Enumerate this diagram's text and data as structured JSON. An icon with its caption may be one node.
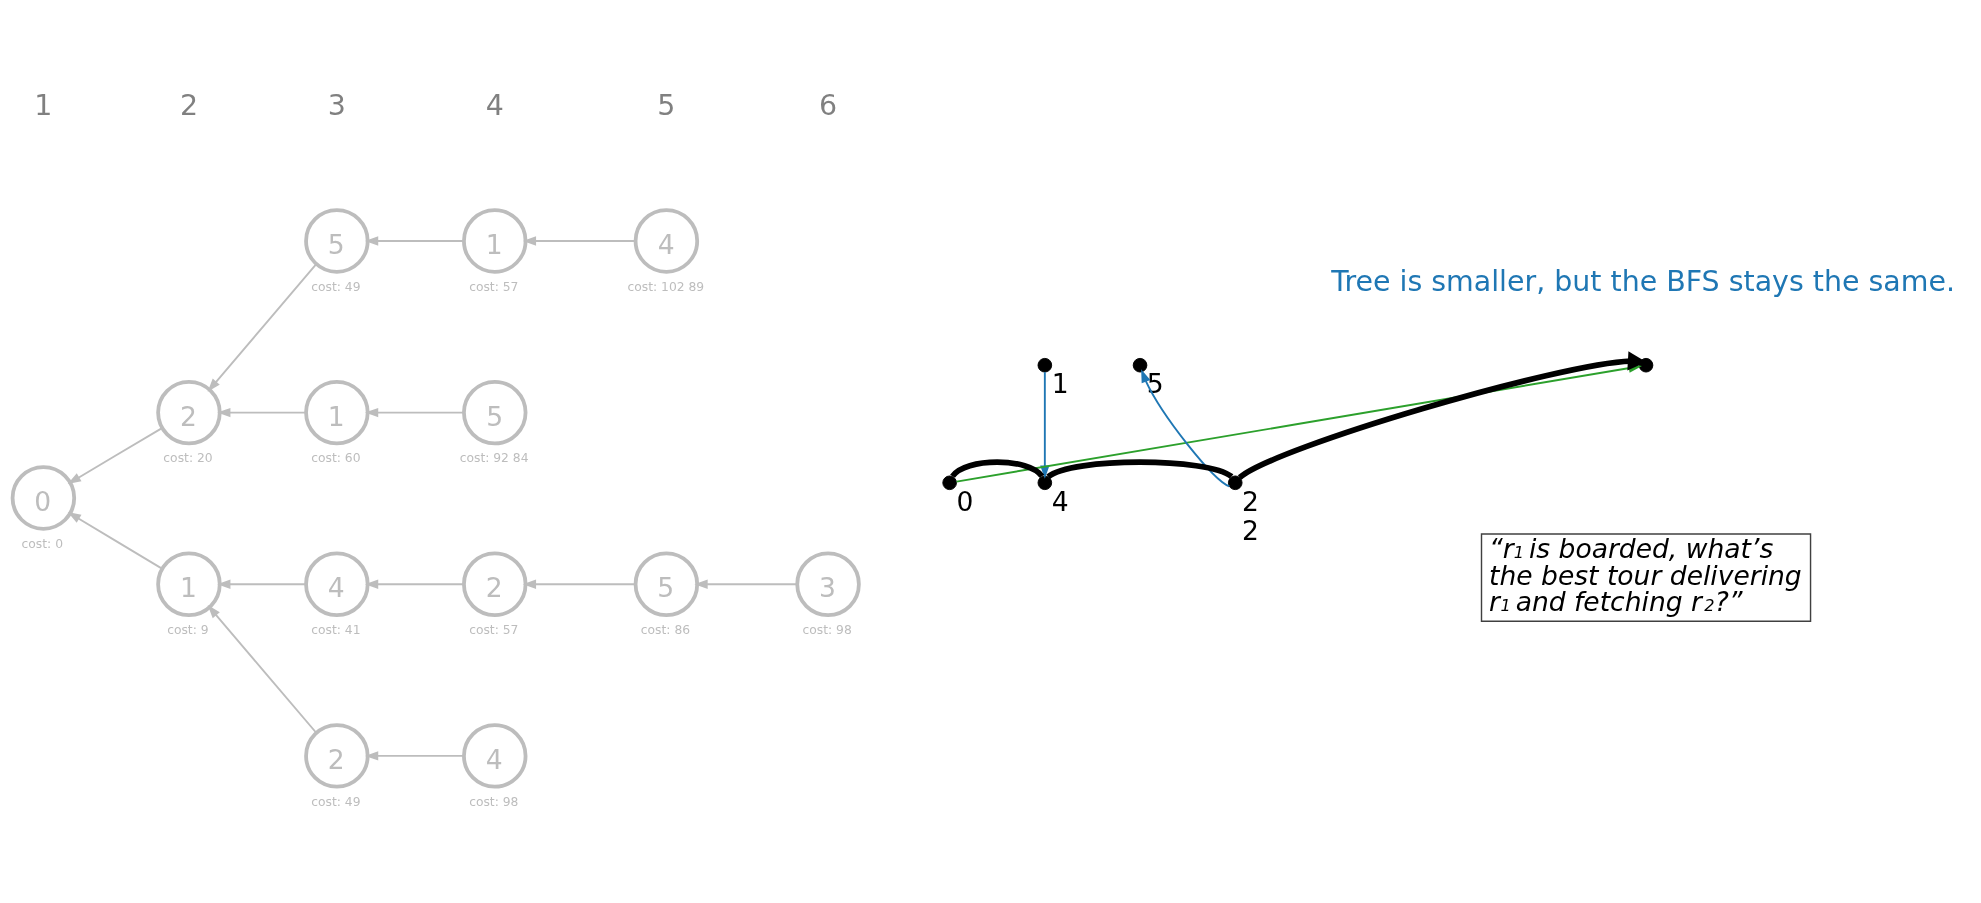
{
  "diagram": {
    "nodes": [
      {
        "text": [
          "0"
        ],
        "beside": [
          "cost: 0"
        ]
      },
      {
        "text": [
          "1"
        ],
        "beside": [
          "cost: 9"
        ]
      },
      {
        "text": [
          "2"
        ],
        "beside": [
          "cost: 20"
        ]
      },
      {
        "text": [
          "4"
        ],
        "beside": [
          "cost: 41"
        ]
      },
      {
        "text": [
          "2"
        ],
        "beside": [
          "cost: 49"
        ]
      },
      {
        "text": [
          "1"
        ],
        "beside": [
          "cost: 60"
        ]
      },
      {
        "text": [
          "5"
        ],
        "beside": [
          "cost: 49"
        ]
      },
      {
        "text": [
          "2"
        ],
        "beside": [
          "cost: 57"
        ]
      },
      {
        "text": [
          "4"
        ],
        "beside": [
          "cost: 98"
        ]
      },
      {
        "text": [
          "5"
        ],
        "beside": [
          "cost: 92 84"
        ]
      },
      {
        "text": [
          "1"
        ],
        "beside": [
          "cost: 57"
        ]
      },
      {
        "text": [
          "5"
        ],
        "beside": [
          "cost: 86"
        ]
      },
      {
        "text": [
          "4"
        ],
        "beside": [
          "cost: 102 89"
        ]
      },
      {
        "text": [
          "3"
        ],
        "beside": [
          "cost: 98"
        ]
      },
      {
        "text": [],
        "shape": "circle",
        "beside": [
          "1"
        ]
      },
      {
        "text": [],
        "shape": "circle",
        "beside": [
          "5"
        ]
      },
      {
        "text": [],
        "shape": "circle"
      },
      {
        "text": [],
        "shape": "circle",
        "beside": [
          "0"
        ]
      },
      {
        "text": [],
        "shape": "circle",
        "beside": [
          "2",
          "2"
        ]
      },
      {
        "text": [],
        "shape": "circle",
        "beside": [
          "4"
        ]
      },
      {
        "text": [
          "“r$_{1}$ is boarded, what’s the best tour delivering r$_{1}$ and fetching r$_{2}$?”"
        ]
      }
    ],
    "edges": [
      {
        "from": 1,
        "to": 0,
        "arrow": "to"
      },
      {
        "from": 2,
        "to": 0,
        "arrow": "to"
      },
      {
        "from": 3,
        "to": 1,
        "arrow": "to"
      },
      {
        "from": 4,
        "to": 1,
        "arrow": "to"
      },
      {
        "from": 5,
        "to": 2,
        "arrow": "to"
      },
      {
        "from": 6,
        "to": 2,
        "arrow": "to"
      },
      {
        "from": 7,
        "to": 3,
        "arrow": "to"
      },
      {
        "from": 8,
        "to": 4,
        "arrow": "to"
      },
      {
        "from": 9,
        "to": 5,
        "arrow": "to"
      },
      {
        "from": 10,
        "to": 6,
        "arrow": "to"
      },
      {
        "from": 11,
        "to": 7,
        "arrow": "to"
      },
      {
        "from": 12,
        "to": 10,
        "arrow": "to"
      },
      {
        "from": 13,
        "to": 11,
        "arrow": "to"
      },
      {
        "from": 14,
        "to": 19,
        "arrow": "to",
        "color": "#1f77b4"
      },
      {
        "from": 18,
        "to": 15,
        "arrow": "to",
        "color": "#1f77b4"
      },
      {
        "from": 17,
        "to": 16,
        "arrow": "to",
        "color": "#2ca02c"
      },
      {
        "from": 17,
        "to": 19,
        "arrow": "none",
        "style": "thick",
        "color": "#000000"
      },
      {
        "from": 19,
        "to": 18,
        "arrow": "none",
        "style": "thick",
        "color": "#000000"
      },
      {
        "from": 18,
        "to": 16,
        "arrow": "to",
        "style": "thick",
        "color": "#000000"
      }
    ],
    "labels": [
      "1",
      "2",
      "3",
      "4",
      "5",
      "6",
      "Tree is smaller, but the BFS stays the same."
    ]
  }
}
